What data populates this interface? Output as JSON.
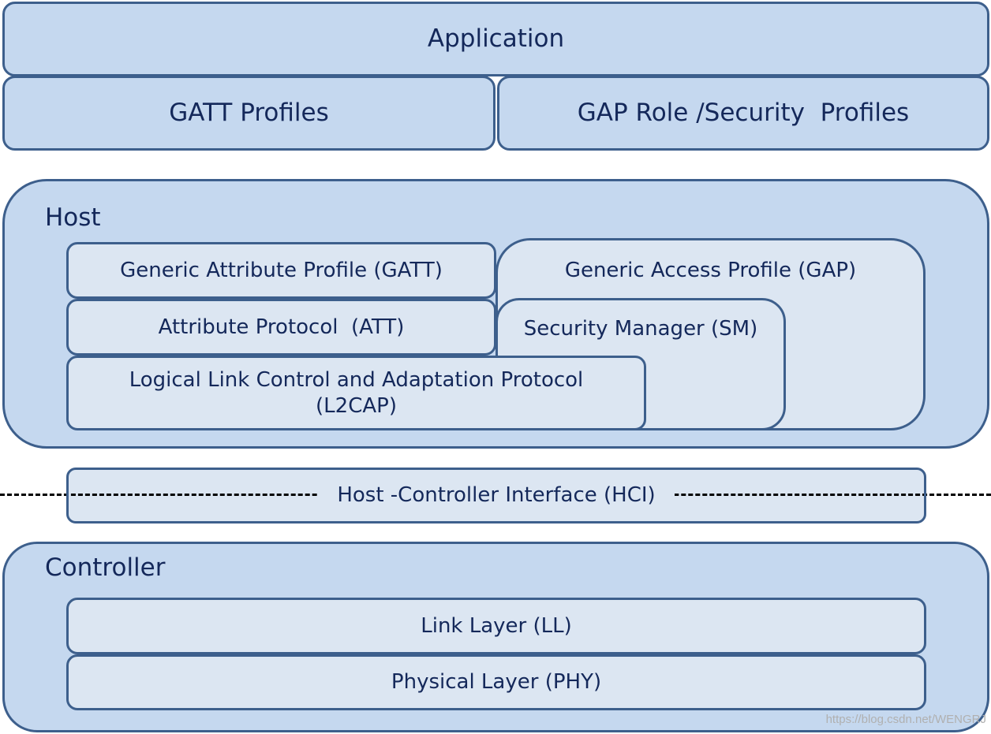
{
  "top": {
    "application": "Application",
    "gatt_profiles": "GATT Profiles",
    "gap_profiles": "GAP Role /Security  Profiles"
  },
  "host": {
    "title": "Host",
    "gatt": "Generic Attribute Profile (GATT)",
    "att": "Attribute Protocol  (ATT)",
    "l2cap_line1": "Logical Link Control and Adaptation Protocol",
    "l2cap_line2": "(L2CAP)",
    "gap": "Generic Access Profile (GAP)",
    "sm": "Security Manager (SM)"
  },
  "hci": {
    "label": "Host -Controller Interface (HCI)"
  },
  "controller": {
    "title": "Controller",
    "ll": "Link Layer (LL)",
    "phy": "Physical Layer (PHY)"
  },
  "watermark": "https://blog.csdn.net/WENGRJ",
  "colors": {
    "outer_fill": "#c5d8ef",
    "inner_fill": "#dce6f2",
    "border": "#3d5f8c",
    "text": "#14285a"
  }
}
